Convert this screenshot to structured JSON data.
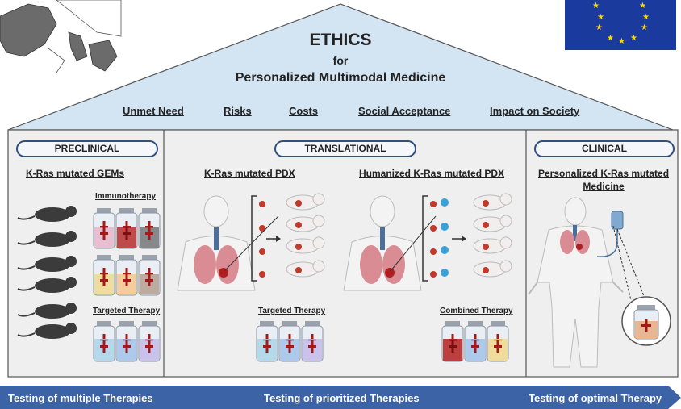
{
  "header": {
    "title": "ETHICS",
    "for": "for",
    "subtitle": "Personalized Multimodal Medicine"
  },
  "aspects": [
    "Unmet Need",
    "Risks",
    "Costs",
    "Social Acceptance",
    "Impact on Society"
  ],
  "panels": {
    "preclinical": {
      "label": "PRECLINICAL",
      "heading": "K-Ras mutated GEMs",
      "therapy1": "Immunotherapy",
      "therapy2": "Targeted Therapy"
    },
    "translational": {
      "label": "TRANSLATIONAL",
      "heading_left": "K-Ras mutated PDX",
      "heading_right": "Humanized K-Ras mutated PDX",
      "therapy_left": "Targeted Therapy",
      "therapy_right": "Combined Therapy"
    },
    "clinical": {
      "label": "CLINICAL",
      "heading_line1": "Personalized K-Ras mutated",
      "heading_line2": "Medicine"
    }
  },
  "bottom_arrow": {
    "left": "Testing of multiple Therapies",
    "middle": "Testing of prioritized Therapies",
    "right": "Testing of optimal Therapy"
  },
  "colors": {
    "roof": "#d3e4f2",
    "panel": "#efefef",
    "accent": "#2f4f7f",
    "arrow": "#3c63a6",
    "eu_blue": "#1a3a9e",
    "eu_star": "#ffd700"
  }
}
